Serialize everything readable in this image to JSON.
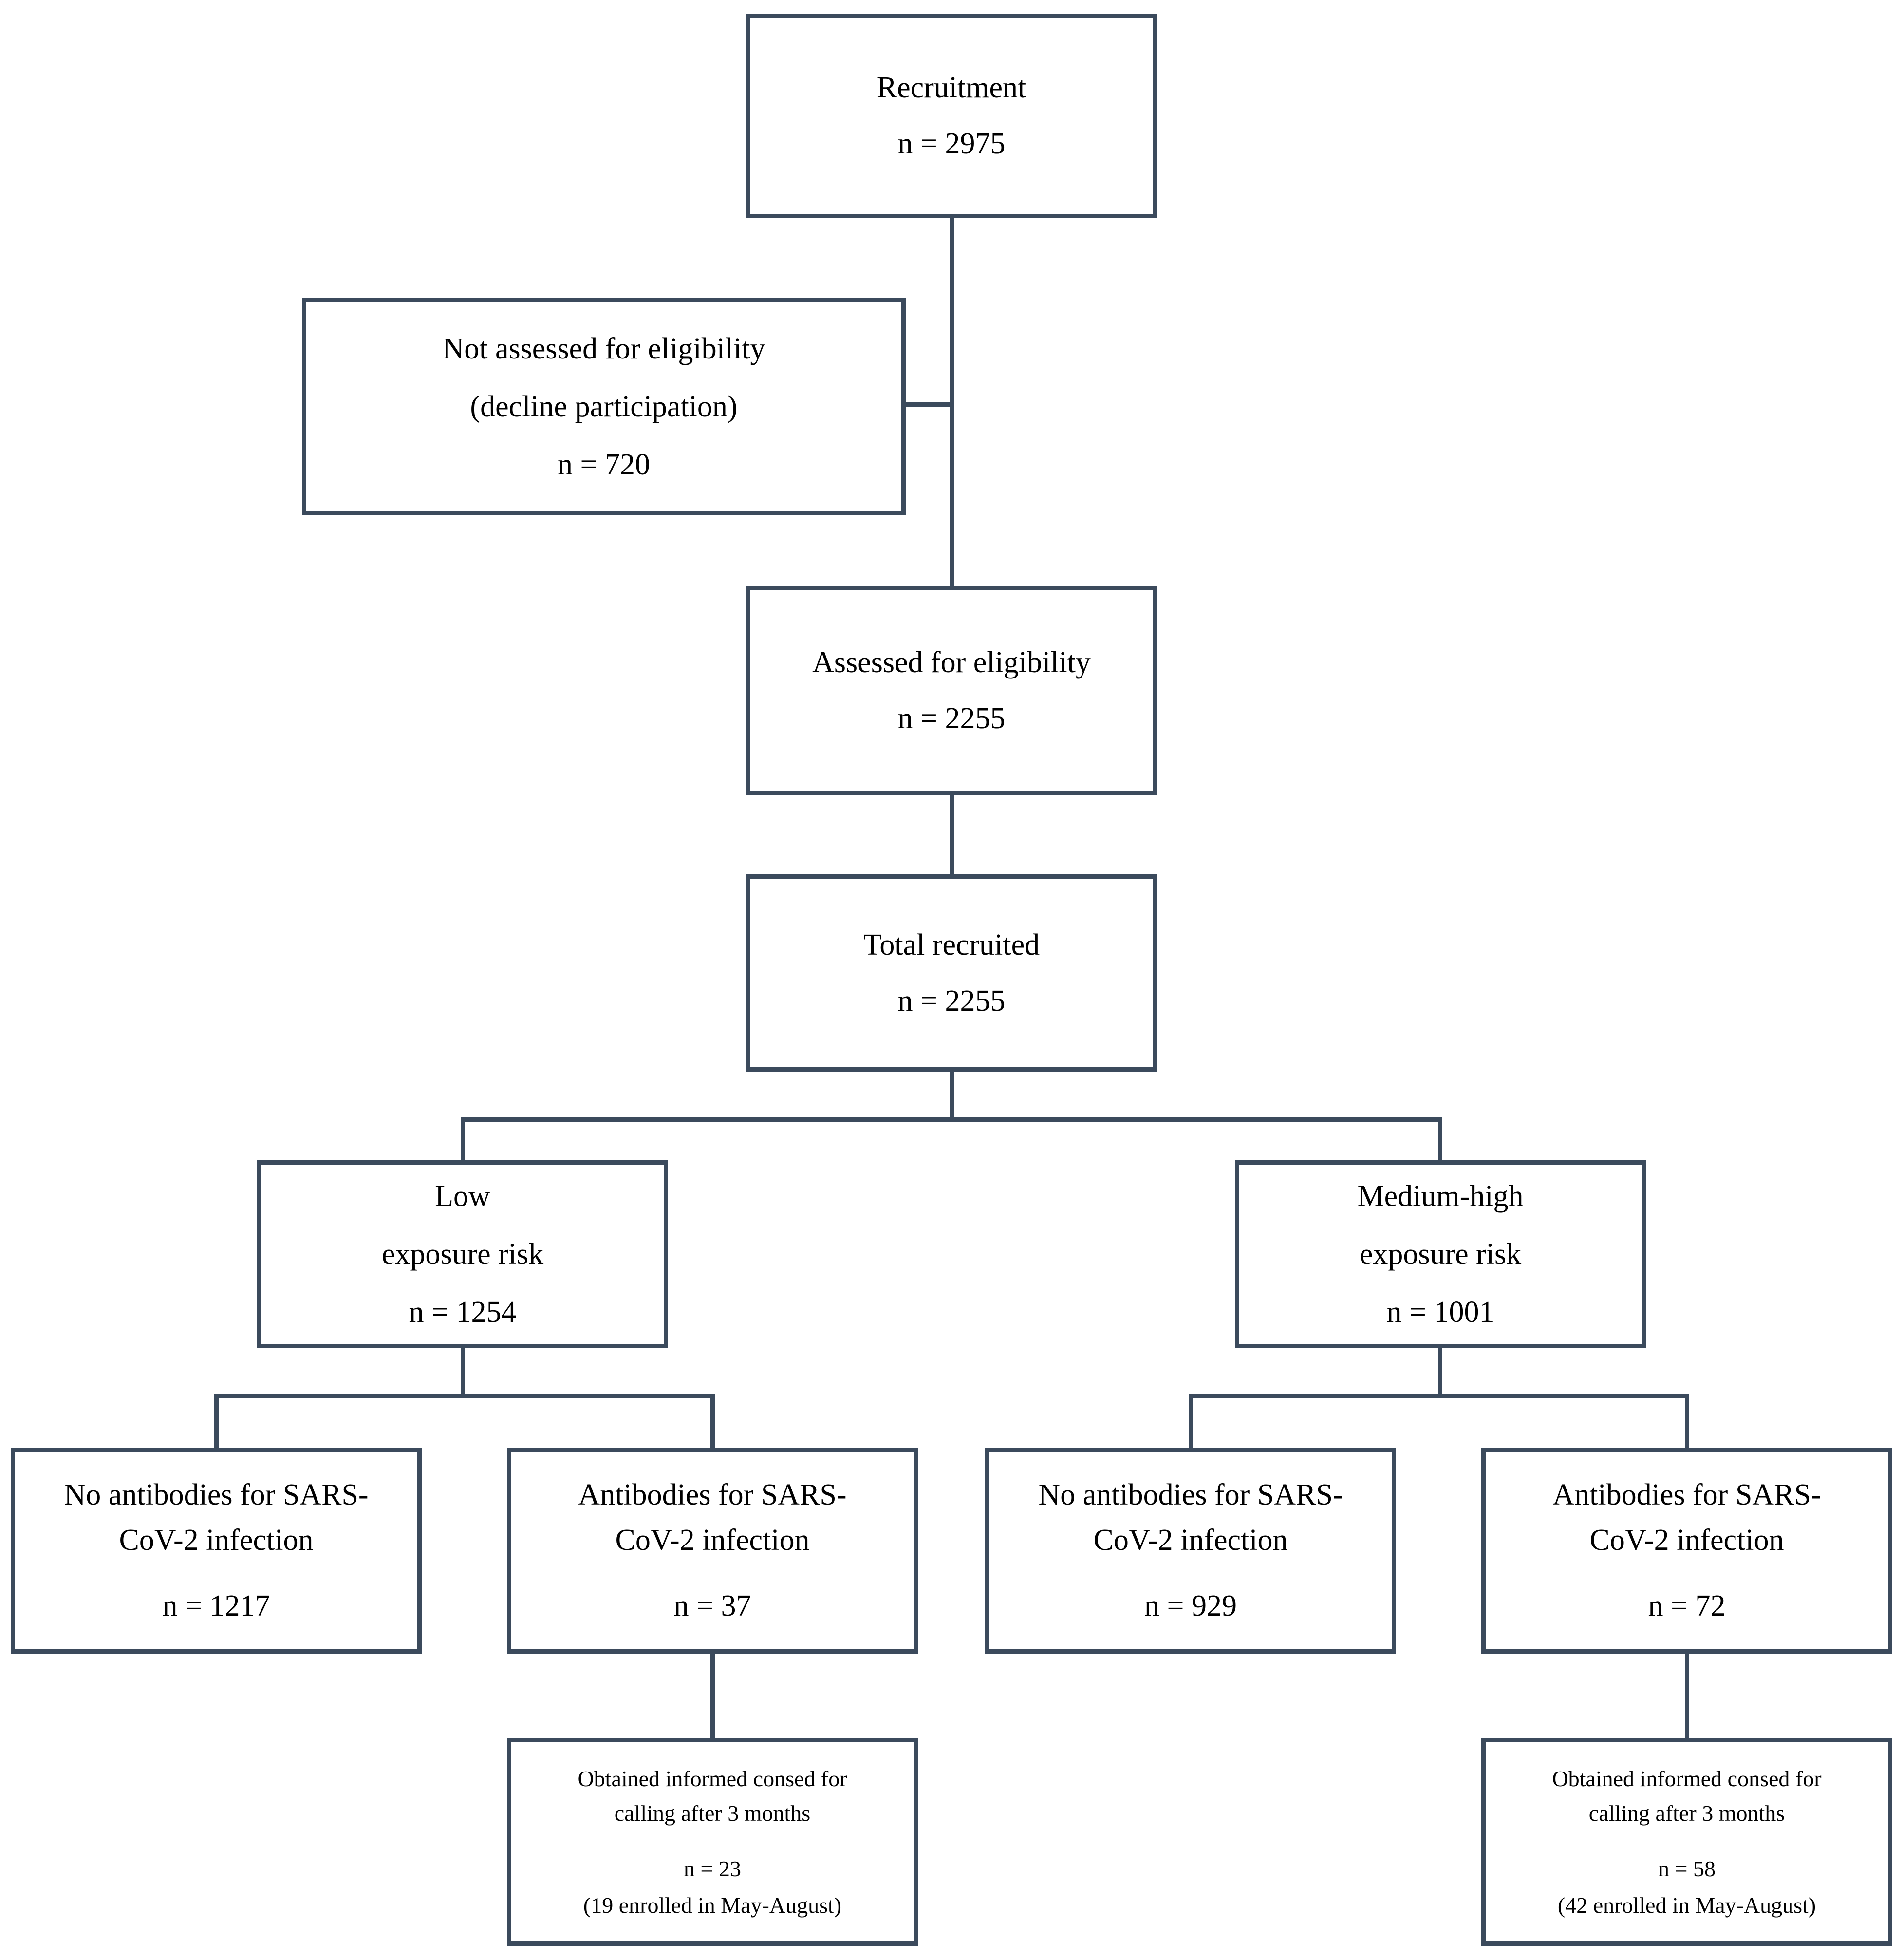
{
  "colors": {
    "box_border": "#3b4a5c",
    "background": "#ffffff",
    "text": "#000000"
  },
  "diagram": {
    "type": "flowchart",
    "boxes": {
      "recruitment": {
        "lines": [
          "Recruitment"
        ],
        "n": "n = 2975"
      },
      "not_assessed": {
        "lines": [
          "Not assessed for eligibility",
          "(decline participation)"
        ],
        "n": "n = 720"
      },
      "assessed": {
        "lines": [
          "Assessed for eligibility"
        ],
        "n": "n = 2255"
      },
      "total": {
        "lines": [
          "Total recruited"
        ],
        "n": "n = 2255"
      },
      "low_risk": {
        "lines": [
          "Low",
          "exposure risk"
        ],
        "n": "n = 1254"
      },
      "medium_risk": {
        "lines": [
          "Medium-high",
          "exposure risk"
        ],
        "n": "n = 1001"
      },
      "no_ab_low": {
        "lines": [
          "No antibodies for SARS-",
          "CoV-2 infection"
        ],
        "n": "n = 1217"
      },
      "ab_low": {
        "lines": [
          "Antibodies for SARS-",
          "CoV-2 infection"
        ],
        "n": "n = 37"
      },
      "no_ab_med": {
        "lines": [
          "No antibodies for SARS-",
          "CoV-2 infection"
        ],
        "n": "n = 929"
      },
      "ab_med": {
        "lines": [
          "Antibodies for SARS-",
          "CoV-2 infection"
        ],
        "n": "n = 72"
      },
      "consent_low": {
        "lines": [
          "Obtained informed consed for",
          "calling after 3 months"
        ],
        "n": "n = 23",
        "extra": "(19 enrolled in May-August)"
      },
      "consent_med": {
        "lines": [
          "Obtained informed consed for",
          "calling after 3 months"
        ],
        "n": "n = 58",
        "extra": "(42 enrolled in May-August)"
      }
    }
  }
}
